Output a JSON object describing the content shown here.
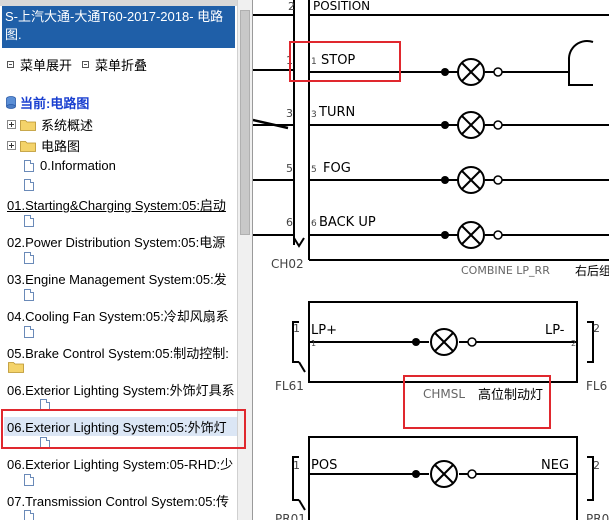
{
  "window": {
    "title": "S-上汽大通-大通T60-2017-2018- 电路图."
  },
  "menu": {
    "expand_label": "菜单展开",
    "collapse_label": "菜单折叠"
  },
  "tree": {
    "current_label": "当前:电路图",
    "folders": [
      "系统概述",
      "电路图"
    ],
    "items": [
      {
        "label": "0.Information",
        "underline": false
      },
      {
        "label": "01.Starting&Charging System:05:启动",
        "underline": true
      },
      {
        "label": "02.Power Distribution System:05:电源",
        "underline": false
      },
      {
        "label": "03.Engine Management System:05:发",
        "underline": false
      },
      {
        "label": "04.Cooling Fan System:05:冷却风扇系",
        "underline": false
      },
      {
        "label": "05.Brake Control System:05:制动控制:",
        "underline": false
      },
      {
        "label": "06.Exterior Lighting System:外饰灯具系",
        "underline": false
      },
      {
        "label": "06.Exterior Lighting System:05:外饰灯",
        "underline": false,
        "selected": true
      },
      {
        "label": "06.Exterior Lighting System:05-RHD:少",
        "underline": false
      },
      {
        "label": "07.Transmission Control System:05:传",
        "underline": false
      }
    ]
  },
  "diagram": {
    "top_label": "POSITION",
    "rows": [
      {
        "pin_left": "1",
        "pin_right": "1",
        "label": "STOP"
      },
      {
        "pin_left": "3",
        "pin_right": "3",
        "label": "TURN"
      },
      {
        "pin_left": "5",
        "pin_right": "5",
        "label": "FOG"
      },
      {
        "pin_left": "6",
        "pin_right": "6",
        "label": "BACK UP"
      }
    ],
    "top_pin": "2",
    "connector_1": "CH02",
    "combine_label": "COMBINE LP_RR",
    "combine_cn": "右后组",
    "chmsl": {
      "pin_left_top": "1",
      "pin_left_bottom": "1",
      "pin_right_bottom": "2",
      "pin_right_top": "2",
      "left_label": "LP+",
      "right_label": "LP-",
      "connector_left": "FL61",
      "connector_right": "FL6",
      "name": "CHMSL",
      "name_cn": "高位制动灯"
    },
    "bottom": {
      "pin_left": "1",
      "pin_right": "2",
      "left_label": "POS",
      "right_label": "NEG",
      "connector_left": "PR01",
      "connector_right": "PR0"
    },
    "colors": {
      "highlight": "#e0282e",
      "title_bg": "#1f5fa8",
      "link_current": "#1a3fd0"
    }
  }
}
